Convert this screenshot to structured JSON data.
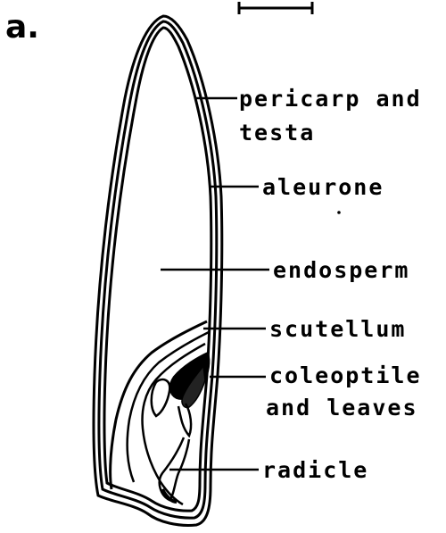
{
  "panel_letter": "a.",
  "labels": {
    "pericarp_line1": "pericarp and",
    "pericarp_line2": "testa",
    "aleurone": "aleurone",
    "endosperm": "endosperm",
    "scutellum": "scutellum",
    "coleoptile_line1": "coleoptile",
    "coleoptile_line2": "and leaves",
    "radicle": "radicle"
  }
}
